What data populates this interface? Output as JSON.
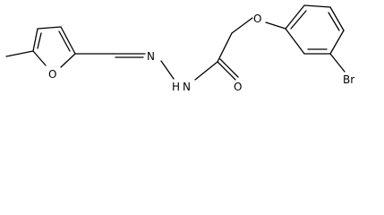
{
  "molecule": {
    "atoms": {
      "furan_oxygen": "O",
      "imine_nitrogen": "N",
      "amide_nitrogen": "N",
      "amide_hydrogen": "H",
      "carbonyl_oxygen": "O",
      "ether_oxygen": "O",
      "bromine": "Br"
    },
    "colors": {
      "ink": "#000000",
      "background": "#ffffff"
    }
  }
}
